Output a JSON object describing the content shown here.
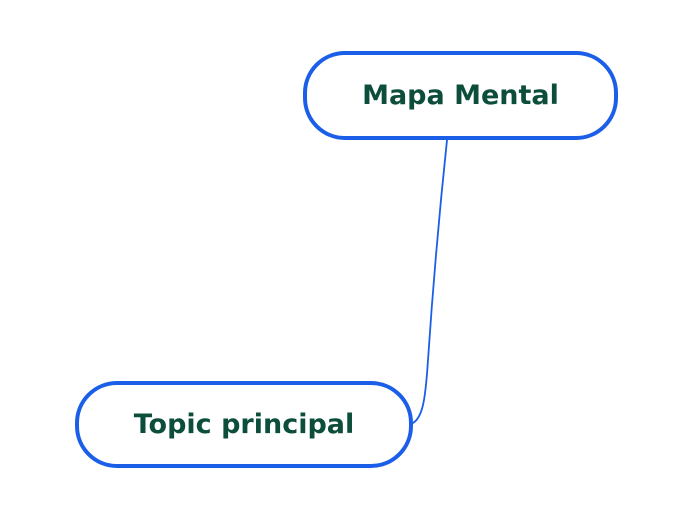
{
  "diagram": {
    "type": "mindmap",
    "background": "#ffffff",
    "colors": {
      "node_border": "#1b5fe8",
      "node_fill": "#ffffff",
      "node_text": "#0d4d3c",
      "connector": "#1b5fe8"
    },
    "nodes": [
      {
        "id": "root",
        "label": "Mapa Mental"
      },
      {
        "id": "child",
        "label": "Topic principal"
      }
    ],
    "connectors": [
      {
        "from": "root",
        "to": "child"
      }
    ]
  }
}
